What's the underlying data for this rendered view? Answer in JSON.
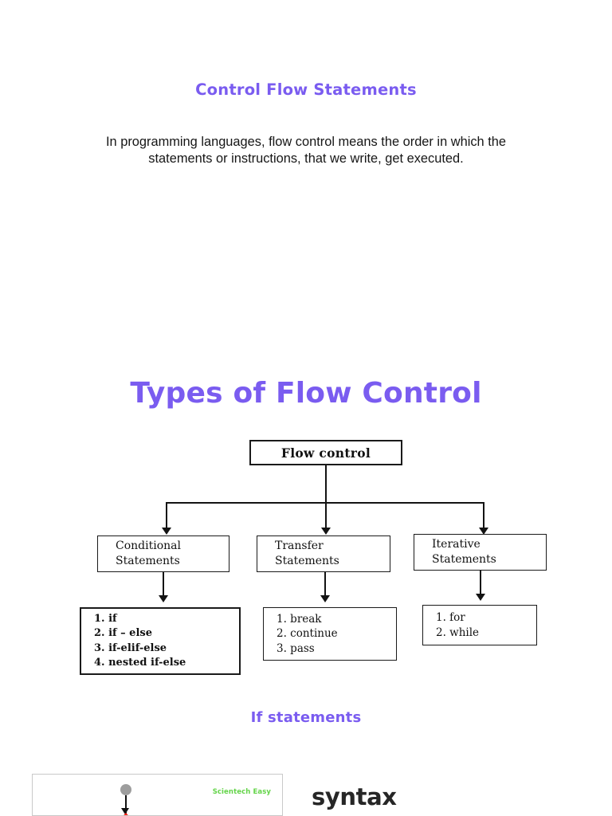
{
  "page": {
    "background": "#ffffff",
    "accent_color": "#7a5cf0",
    "text_color": "#161616"
  },
  "sections": {
    "title": "Control Flow Statements",
    "intro": "In programming languages, flow control means the order in which the statements or instructions, that we write, get executed.",
    "types_heading": "Types of Flow Control",
    "if_heading": "If statements",
    "syntax_heading": "syntax"
  },
  "chart_data": {
    "type": "diagram",
    "title": "Flow control",
    "root": {
      "label": "Flow control"
    },
    "branches": [
      {
        "label": "Conditional\nStatements",
        "line1": "Conditional",
        "line2": "Statements",
        "items": [
          "1. if",
          "2. if – else",
          "3. if-elif-else",
          "4. nested if-else"
        ]
      },
      {
        "label": "Transfer\nStatements",
        "line1": "Transfer",
        "line2": "Statements",
        "items": [
          "1. break",
          "2. continue",
          "3. pass"
        ]
      },
      {
        "label": "Iterative\nStatements",
        "line1": "Iterative",
        "line2": "Statements",
        "items": [
          "1. for",
          "2. while"
        ]
      }
    ],
    "stroke_color": "#131313",
    "box_fill": "#ffffff"
  },
  "figure": {
    "watermark": "Scientech Easy",
    "watermark_color": "#63d448",
    "start_node_color": "#9d9d9d",
    "decision_color": "#f41a10"
  }
}
